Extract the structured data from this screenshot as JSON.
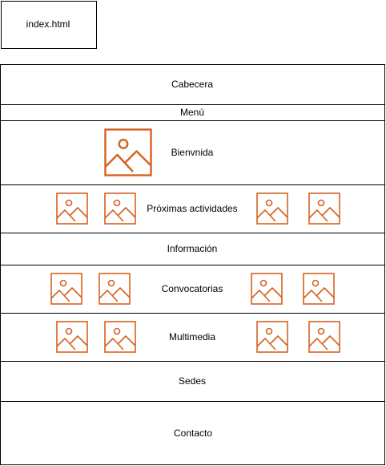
{
  "file_label": "index.html",
  "sections": {
    "header": "Cabecera",
    "menu": "Menú",
    "welcome": "Bienvnida",
    "activities": "Próximas actividades",
    "info": "Información",
    "calls": "Convocatorias",
    "media": "Multimedia",
    "venues": "Sedes",
    "contact": "Contacto"
  },
  "colors": {
    "icon_stroke": "#d5621f",
    "border": "#000000"
  },
  "icons": {
    "image": "image-placeholder-icon"
  }
}
